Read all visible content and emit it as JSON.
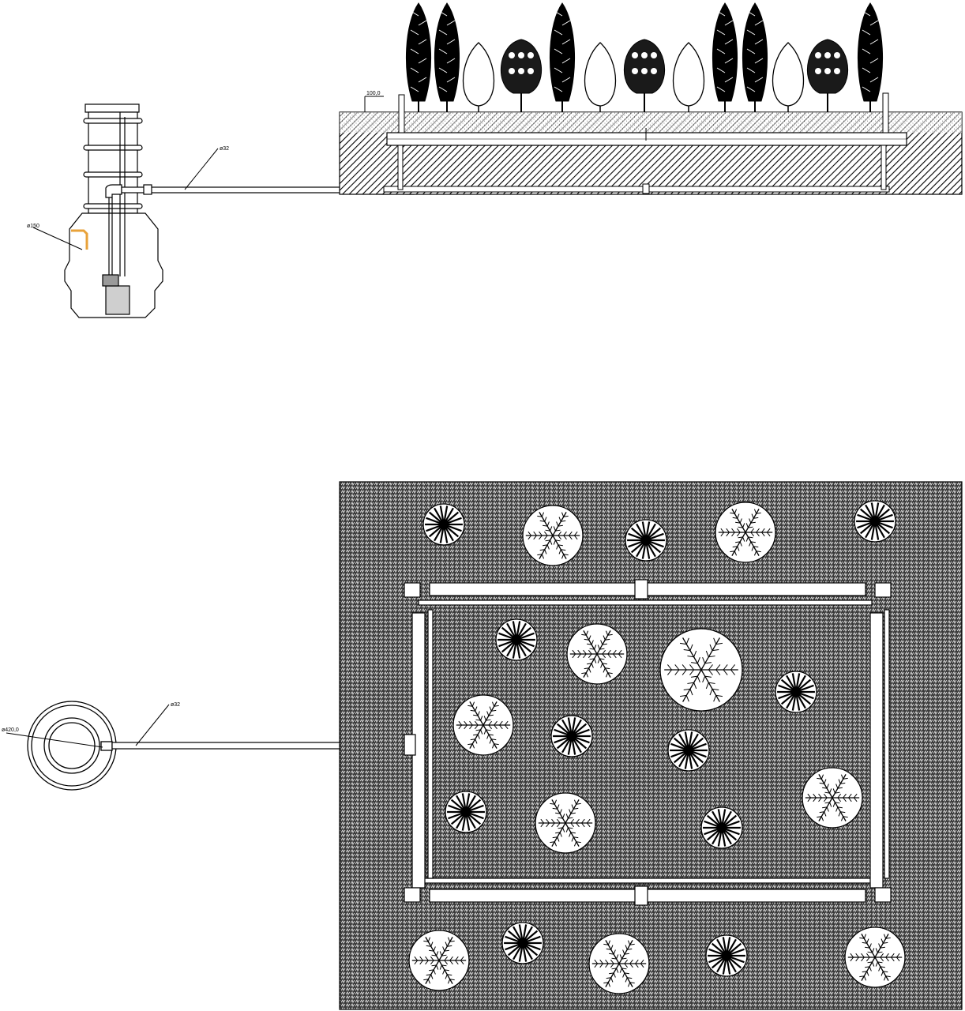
{
  "section": {
    "pipe_label": "ø32",
    "inlet_label": "ø150",
    "ground_label": "100,0"
  },
  "plan": {
    "pipe_label": "ø32",
    "tank_label": "ø420,0"
  },
  "colors": {
    "ink": "#000000",
    "paper": "#ffffff",
    "inlet_accent": "#e8a23a"
  }
}
